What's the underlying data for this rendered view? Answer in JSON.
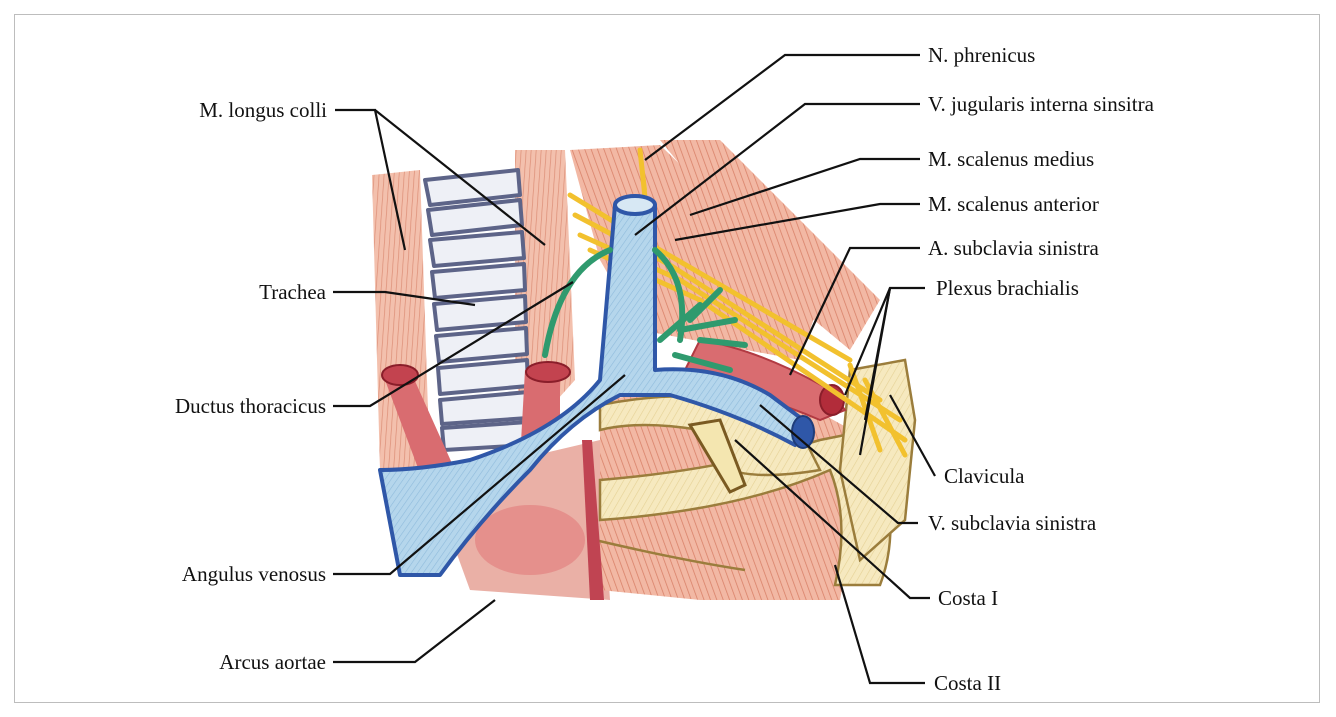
{
  "labels": {
    "n_phrenicus": "N. phrenicus",
    "v_jugularis": "V. jugularis interna sinsitra",
    "m_scalenus_medius": "M. scalenus medius",
    "m_scalenus_anterior": "M. scalenus anterior",
    "a_subclavia": "A. subclavia sinistra",
    "plexus_brachialis": "Plexus brachialis",
    "clavicula": "Clavicula",
    "v_subclavia": "V. subclavia sinistra",
    "costa_1": "Costa I",
    "costa_2": "Costa II",
    "m_longus_colli": "M. longus colli",
    "trachea": "Trachea",
    "ductus_thoracicus": "Ductus thoracicus",
    "angulus_venosus": "Angulus venosus",
    "arcus_aortae": "Arcus aortae"
  },
  "colors": {
    "muscle": "#e8a08a",
    "muscle_dark": "#c96a52",
    "vein_fill": "#a9cfe8",
    "vein_outline": "#2f57a8",
    "artery": "#d2555c",
    "nerve": "#f2c12e",
    "duct": "#2f9a6e",
    "bone": "#f4e6b0",
    "bone_outline": "#9b7d3c",
    "trachea": "#5d6488",
    "leader": "#111111"
  }
}
